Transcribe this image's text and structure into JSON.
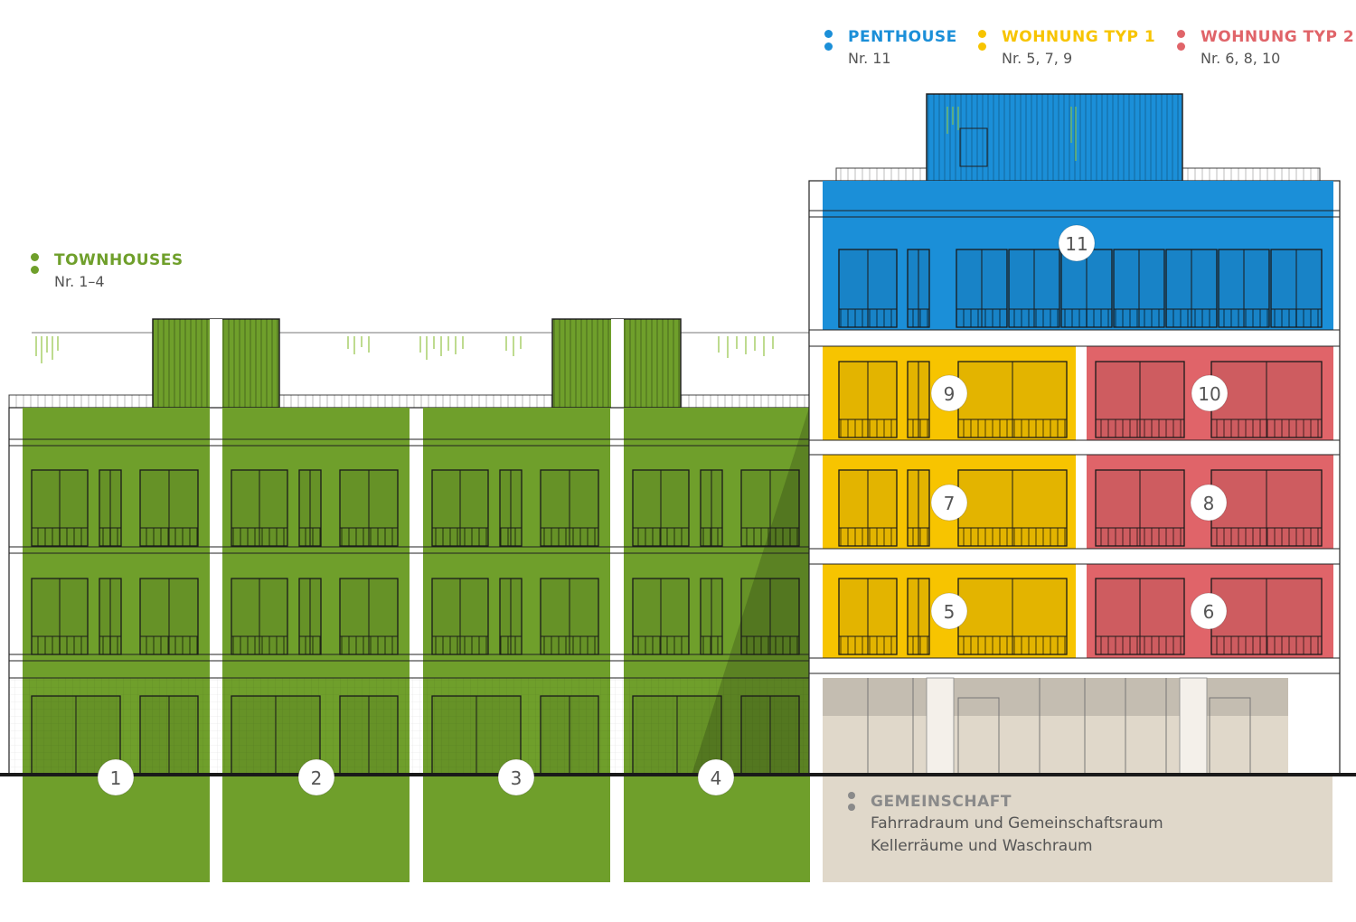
{
  "colors": {
    "townhouse": "#6f9f2b",
    "penthouse": "#1b8fd8",
    "typ1": "#f7c400",
    "typ2": "#e06469",
    "gemeinschaft": "#e0d8ca",
    "dot_gray": "#8a8a8a"
  },
  "legend": {
    "townhouses": {
      "title": "TOWNHOUSES",
      "sub": "Nr. 1–4"
    },
    "penthouse": {
      "title": "PENTHOUSE",
      "sub": "Nr. 11"
    },
    "typ1": {
      "title": "WOHNUNG TYP 1",
      "sub": "Nr. 5, 7, 9"
    },
    "typ2": {
      "title": "WOHNUNG TYP 2",
      "sub": "Nr. 6, 8, 10"
    },
    "gemeinschaft": {
      "title": "GEMEINSCHAFT",
      "line1": "Fahrradraum und Gemeinschaftsraum",
      "line2": "Kellerräume und Waschraum"
    }
  },
  "units": [
    "1",
    "2",
    "3",
    "4",
    "5",
    "6",
    "7",
    "8",
    "9",
    "10",
    "11"
  ]
}
